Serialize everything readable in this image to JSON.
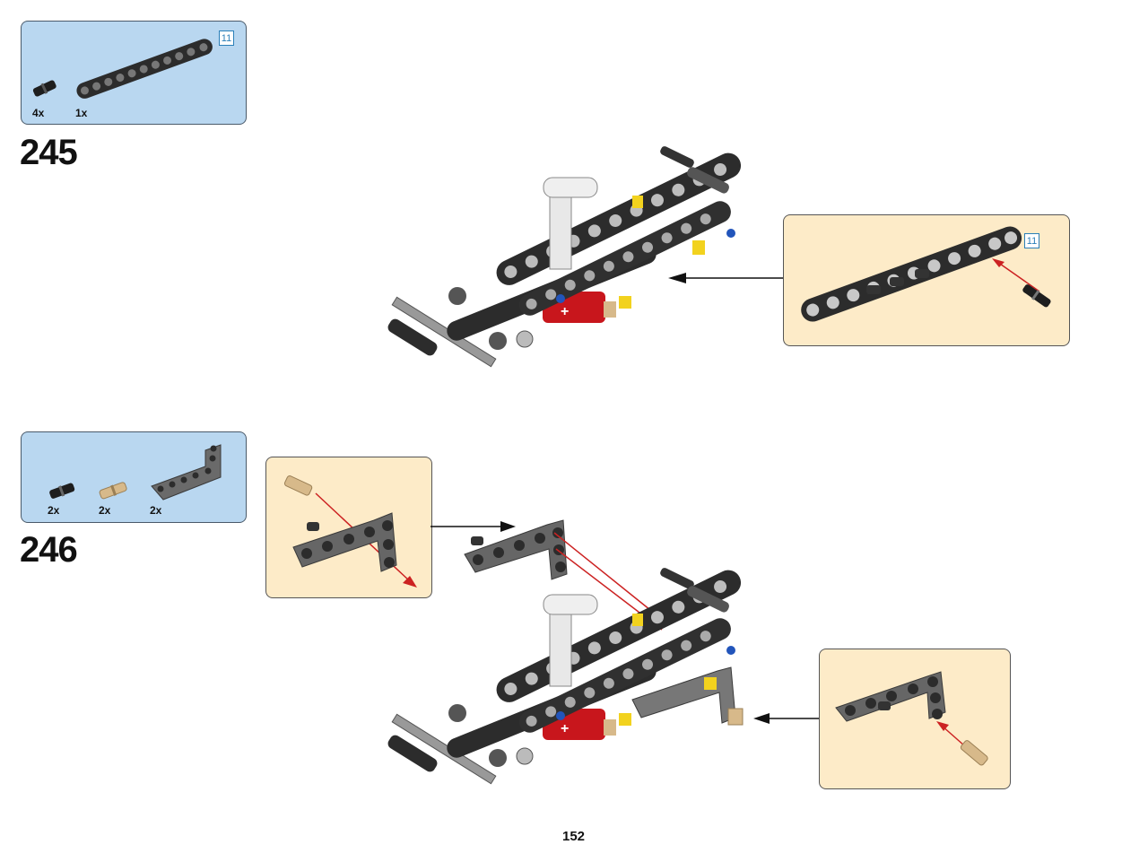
{
  "step_245": {
    "number": "245",
    "parts": [
      {
        "qty": "4x",
        "icon": "friction-pin-black-icon"
      },
      {
        "qty": "1x",
        "icon": "technic-beam-11-icon"
      }
    ],
    "length_badge": "11",
    "callout_length_badge": "11"
  },
  "step_246": {
    "number": "246",
    "parts": [
      {
        "qty": "2x",
        "icon": "friction-pin-black-icon"
      },
      {
        "qty": "2x",
        "icon": "axle-pin-tan-icon"
      },
      {
        "qty": "2x",
        "icon": "l-beam-3x5-icon"
      }
    ]
  },
  "page": {
    "number": "152"
  },
  "colors": {
    "parts_box_bg": "#b9d7f0",
    "callout_bg": "#fdebc8",
    "beam_dark": "#3a3a3a",
    "beam_gray": "#666666",
    "arrow_red": "#cc2222",
    "badge_blue": "#2a7fb8"
  }
}
